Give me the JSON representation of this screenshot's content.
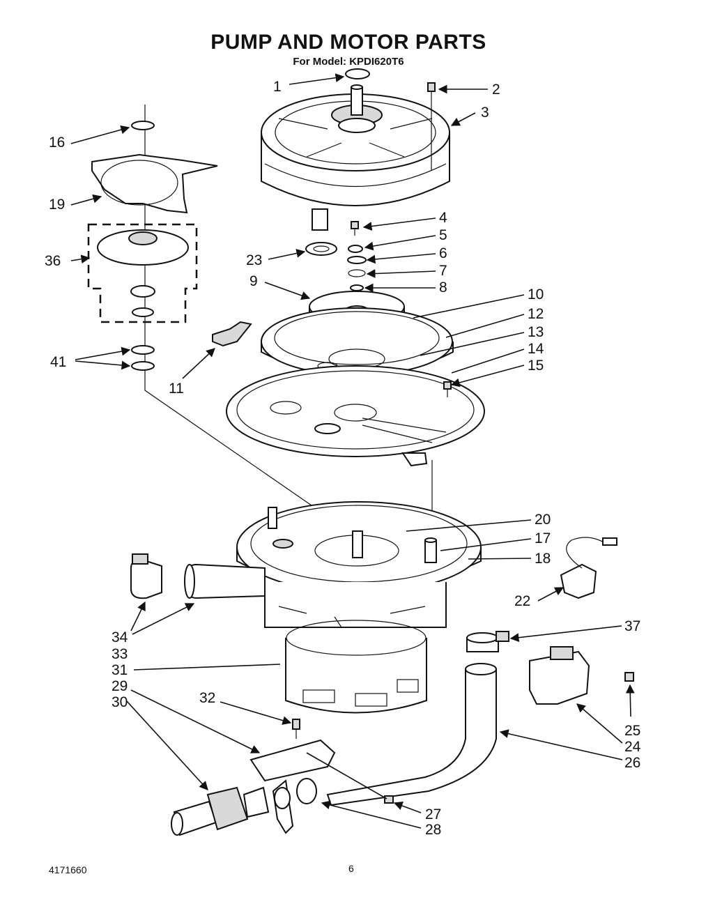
{
  "header": {
    "title": "PUMP AND MOTOR PARTS",
    "subtitle": "For Model: KPDI620T6"
  },
  "footer": {
    "doc_number": "4171660",
    "page_number": "6"
  },
  "callouts": [
    "1",
    "2",
    "3",
    "4",
    "5",
    "6",
    "7",
    "8",
    "9",
    "10",
    "11",
    "12",
    "13",
    "14",
    "15",
    "16",
    "17",
    "18",
    "19",
    "20",
    "22",
    "23",
    "24",
    "25",
    "26",
    "27",
    "28",
    "29",
    "30",
    "31",
    "32",
    "33",
    "34",
    "36",
    "37",
    "41"
  ]
}
